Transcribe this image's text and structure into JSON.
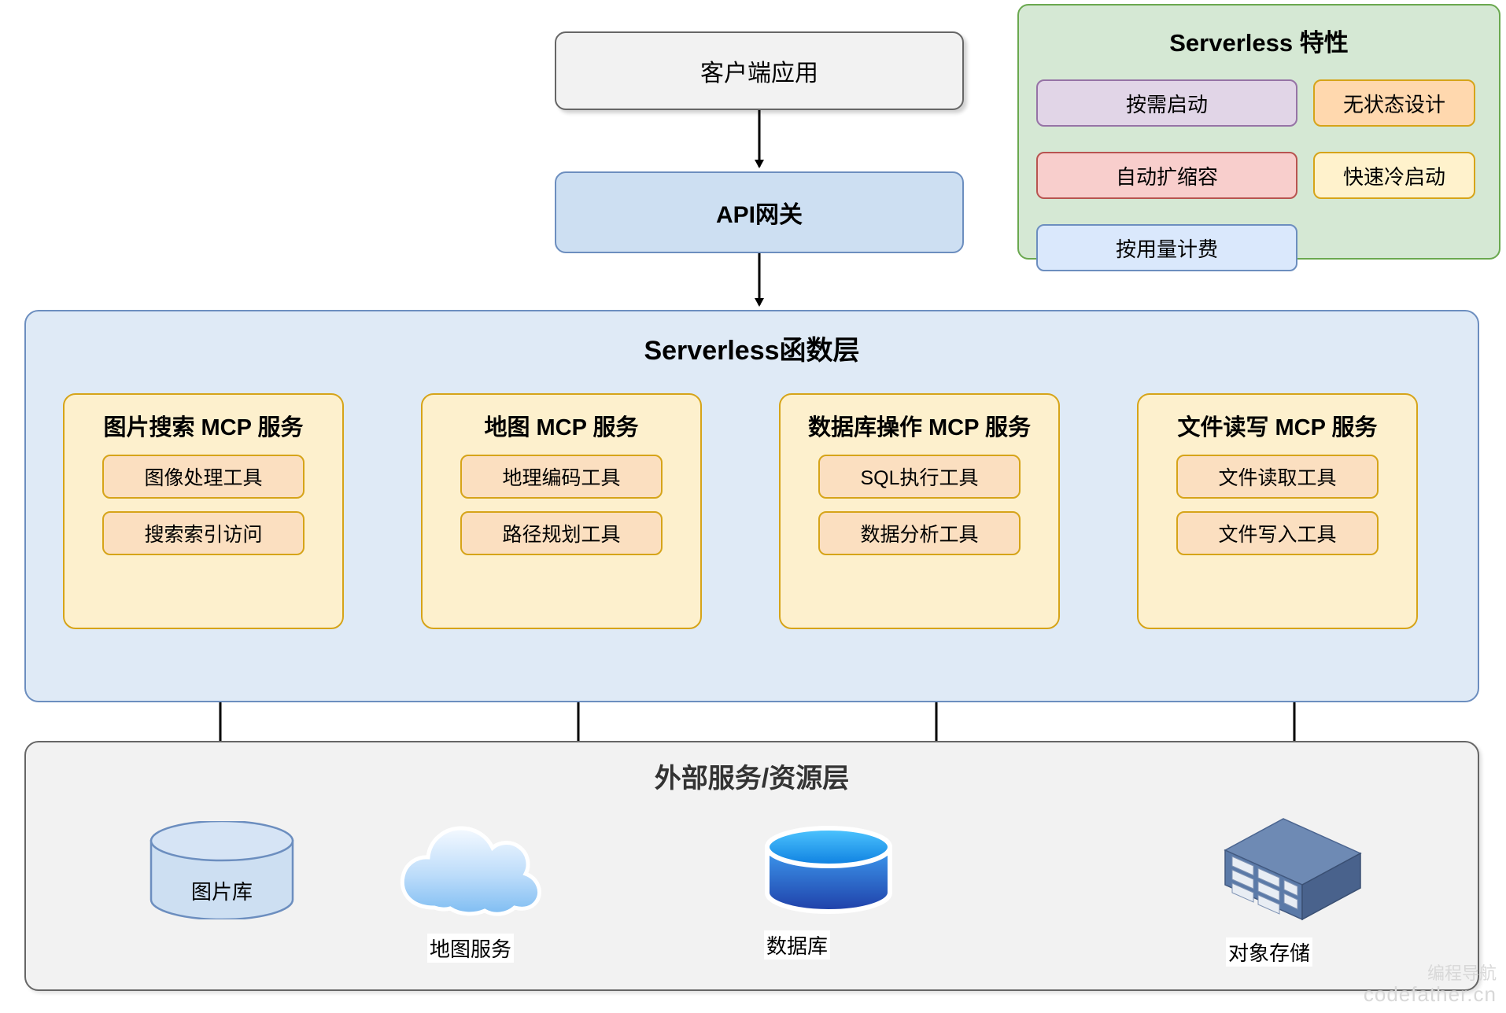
{
  "diagram": {
    "client": {
      "label": "客户端应用"
    },
    "gateway": {
      "label": "API网关"
    },
    "features_panel": {
      "title": "Serverless 特性",
      "items": [
        {
          "label": "按需启动",
          "column": "left",
          "fill": "#e1d5e7",
          "stroke": "#9673a6"
        },
        {
          "label": "自动扩缩容",
          "column": "left",
          "fill": "#f8cecc",
          "stroke": "#b85450"
        },
        {
          "label": "按用量计费",
          "column": "left",
          "fill": "#dae8fc",
          "stroke": "#6c8ebf"
        },
        {
          "label": "无状态设计",
          "column": "right",
          "fill": "#ffd8ae",
          "stroke": "#d6a419"
        },
        {
          "label": "快速冷启动",
          "column": "right",
          "fill": "#fff2cc",
          "stroke": "#d6a419"
        }
      ]
    },
    "serverless_layer": {
      "title": "Serverless函数层",
      "services": [
        {
          "title": "图片搜索 MCP 服务",
          "tools": [
            "图像处理工具",
            "搜索索引访问"
          ]
        },
        {
          "title": "地图 MCP 服务",
          "tools": [
            "地理编码工具",
            "路径规划工具"
          ]
        },
        {
          "title": "数据库操作 MCP 服务",
          "tools": [
            "SQL执行工具",
            "数据分析工具"
          ]
        },
        {
          "title": "文件读写 MCP 服务",
          "tools": [
            "文件读取工具",
            "文件写入工具"
          ]
        }
      ]
    },
    "external_layer": {
      "title": "外部服务/资源层",
      "resources": [
        {
          "label": "图片库",
          "icon": "database-cylinder-icon"
        },
        {
          "label": "地图服务",
          "icon": "cloud-icon"
        },
        {
          "label": "数据库",
          "icon": "database-3d-icon"
        },
        {
          "label": "对象存储",
          "icon": "storage-rack-icon"
        }
      ]
    },
    "watermark": {
      "line1": "编程导航",
      "line2": "codefather.cn"
    }
  }
}
